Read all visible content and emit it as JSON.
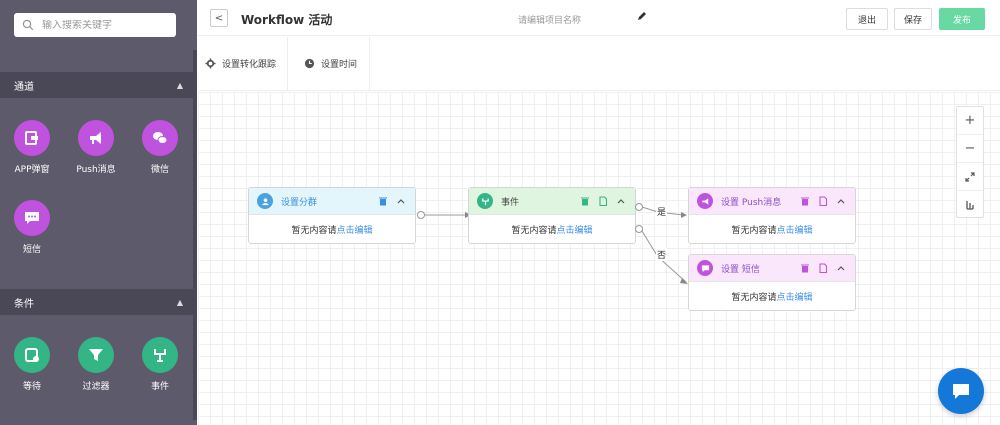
{
  "sidebar": {
    "search_placeholder": "输入搜索关键字",
    "sections": [
      {
        "title": "通道",
        "items": [
          "APP弹窗",
          "Push消息",
          "微信",
          "短信"
        ]
      },
      {
        "title": "条件",
        "items": [
          "等待",
          "过滤器",
          "事件"
        ]
      }
    ]
  },
  "header": {
    "back_label": "<",
    "title": "Workflow 活动",
    "project_placeholder": "请编辑项目名称",
    "exit_label": "退出",
    "save_label": "保存",
    "publish_label": "发布"
  },
  "toolbar": {
    "conversion_label": "设置转化跟踪",
    "time_label": "设置时间"
  },
  "nodes": [
    {
      "title": "设置分群",
      "body_text": "暂无内容请",
      "body_link": "点击编辑"
    },
    {
      "title": "事件",
      "body_text": "暂无内容请",
      "body_link": "点击编辑"
    },
    {
      "title": "设置 Push消息",
      "body_text": "暂无内容请",
      "body_link": "点击编辑"
    },
    {
      "title": "设置 短信",
      "body_text": "暂无内容请",
      "body_link": "点击编辑"
    }
  ],
  "connections": {
    "yes_label": "是",
    "no_label": "否"
  },
  "zoom": {
    "in_label": "+",
    "out_label": "−"
  },
  "colors": {
    "sidebar_bg": "#5d5a6b",
    "channel_icon": "#c053dd",
    "condition_icon": "#34b585",
    "publish": "#68d9a2",
    "link": "#3a8ee6",
    "chat": "#1478d8"
  }
}
